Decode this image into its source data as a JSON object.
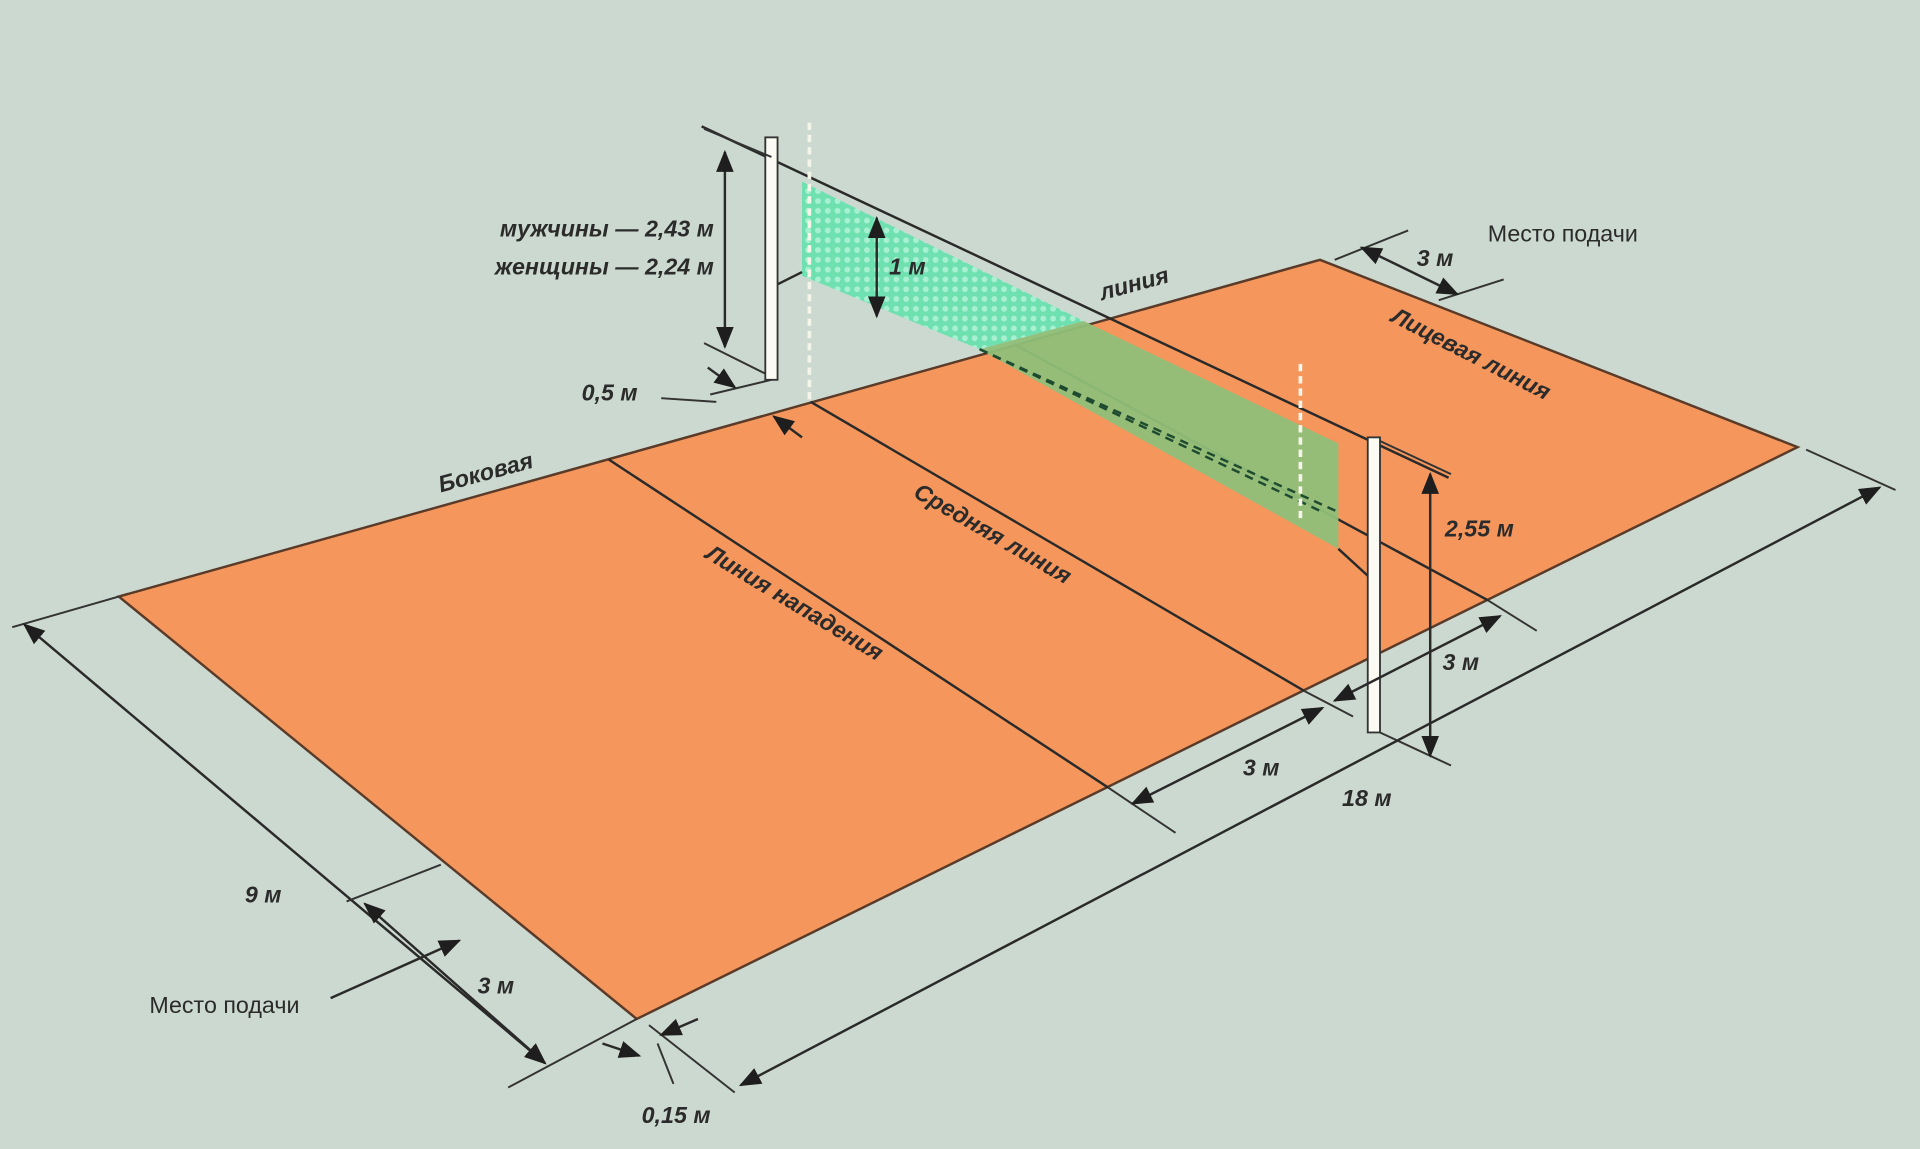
{
  "title": "Volleyball court dimensions",
  "colors": {
    "background": "#ccd9d0",
    "court": "#f5975c",
    "net": "#6fe0b0",
    "net_over_court": "#8fbf78",
    "line": "#2a2a2a"
  },
  "labels": {
    "men_height": "мужчины — 2,43 м",
    "women_height": "женщины — 2,24 м",
    "net_width": "1 м",
    "line_word": "линия",
    "service_zone_top": "Место подачи",
    "service_3m_top": "3 м",
    "end_line": "Лицевая линия",
    "pole_offset": "0,5 м",
    "side_word": "Боковая",
    "center_line": "Средняя линия",
    "attack_line": "Линия нападения",
    "antenna_height": "2,55 м",
    "attack_zone_right": "3 м",
    "attack_zone_bottom": "3 м",
    "length": "18 м",
    "width": "9 м",
    "service_3m_bottom": "3 м",
    "service_zone_bottom": "Место подачи",
    "line_width": "0,15 м"
  }
}
